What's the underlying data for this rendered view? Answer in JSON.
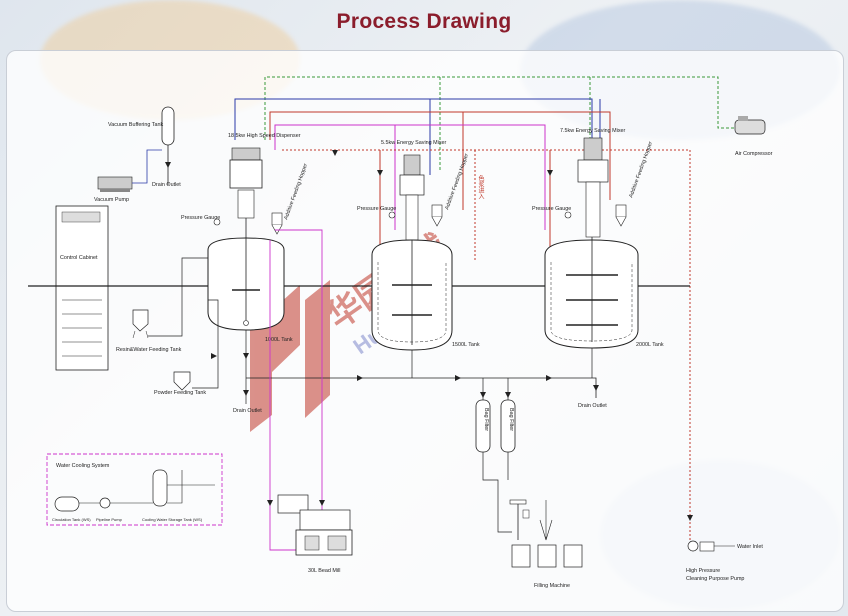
{
  "page": {
    "title": "Process Drawing"
  },
  "labels": {
    "vacuum_buffering_tank": "Vacuum Buffering Tank",
    "dispenser": "18.5kw High Speed Dispenser",
    "mixer_55": "5.5kw Energy Saving Mixer",
    "mixer_75": "7.5kw Energy Saving Mixer",
    "air_compressor": "Air Compressor",
    "drain_outlet_top": "Drain Outlet",
    "vacuum_pump": "Vacuum Pump",
    "pressure_gauge_1": "Pressure Gauge",
    "pressure_gauge_2": "Pressure Gauge",
    "pressure_gauge_3": "Pressure Gauge",
    "control_cabinet": "Control Cabinet",
    "resin_water_feeding_tank": "Resin&Water Feeding Tank",
    "powder_feeding_tank": "Powder Feeding Tank",
    "drain_outlet_mid": "Drain Outlet",
    "drain_outlet_right": "Drain Outlet",
    "tank_1000": "1000L Tank",
    "tank_1500": "1500L Tank",
    "tank_2000": "2000L Tank",
    "additive_hopper_1": "Additive Feeding Hopper",
    "additive_hopper_2": "Additive Feeding Hopper",
    "additive_hopper_3": "Additive Feeding Hopper",
    "bag_filter_1": "Bag Filter",
    "bag_filter_2": "Bag Filter",
    "water_cooling_system": "Water Cooling System",
    "circulation_tank": "Circulation Tank (WS)",
    "pipeline_pump": "Pipeline Pump",
    "cooling_water_storage": "Cooling Water Storage Tank (WS)",
    "bead_mill": "30L Bead Mill",
    "filling_machine": "Filling Machine",
    "water_inlet": "Water Inlet",
    "cleaning_pump_line1": "High Pressure",
    "cleaning_pump_line2": "Cleaning Purpose Pump",
    "cn_vertical": "色浆进入",
    "watermark_cn": "华园机械",
    "watermark_en": "Hua Yuan"
  },
  "colors": {
    "title": "#8b1d2c",
    "line_black": "#222222",
    "line_blue": "#2b3aa8",
    "line_red": "#c0392b",
    "line_magenta": "#cc33cc",
    "line_green": "#3a9a3a",
    "line_cyan": "#1c9fb0",
    "watermark": "#c0392b"
  }
}
